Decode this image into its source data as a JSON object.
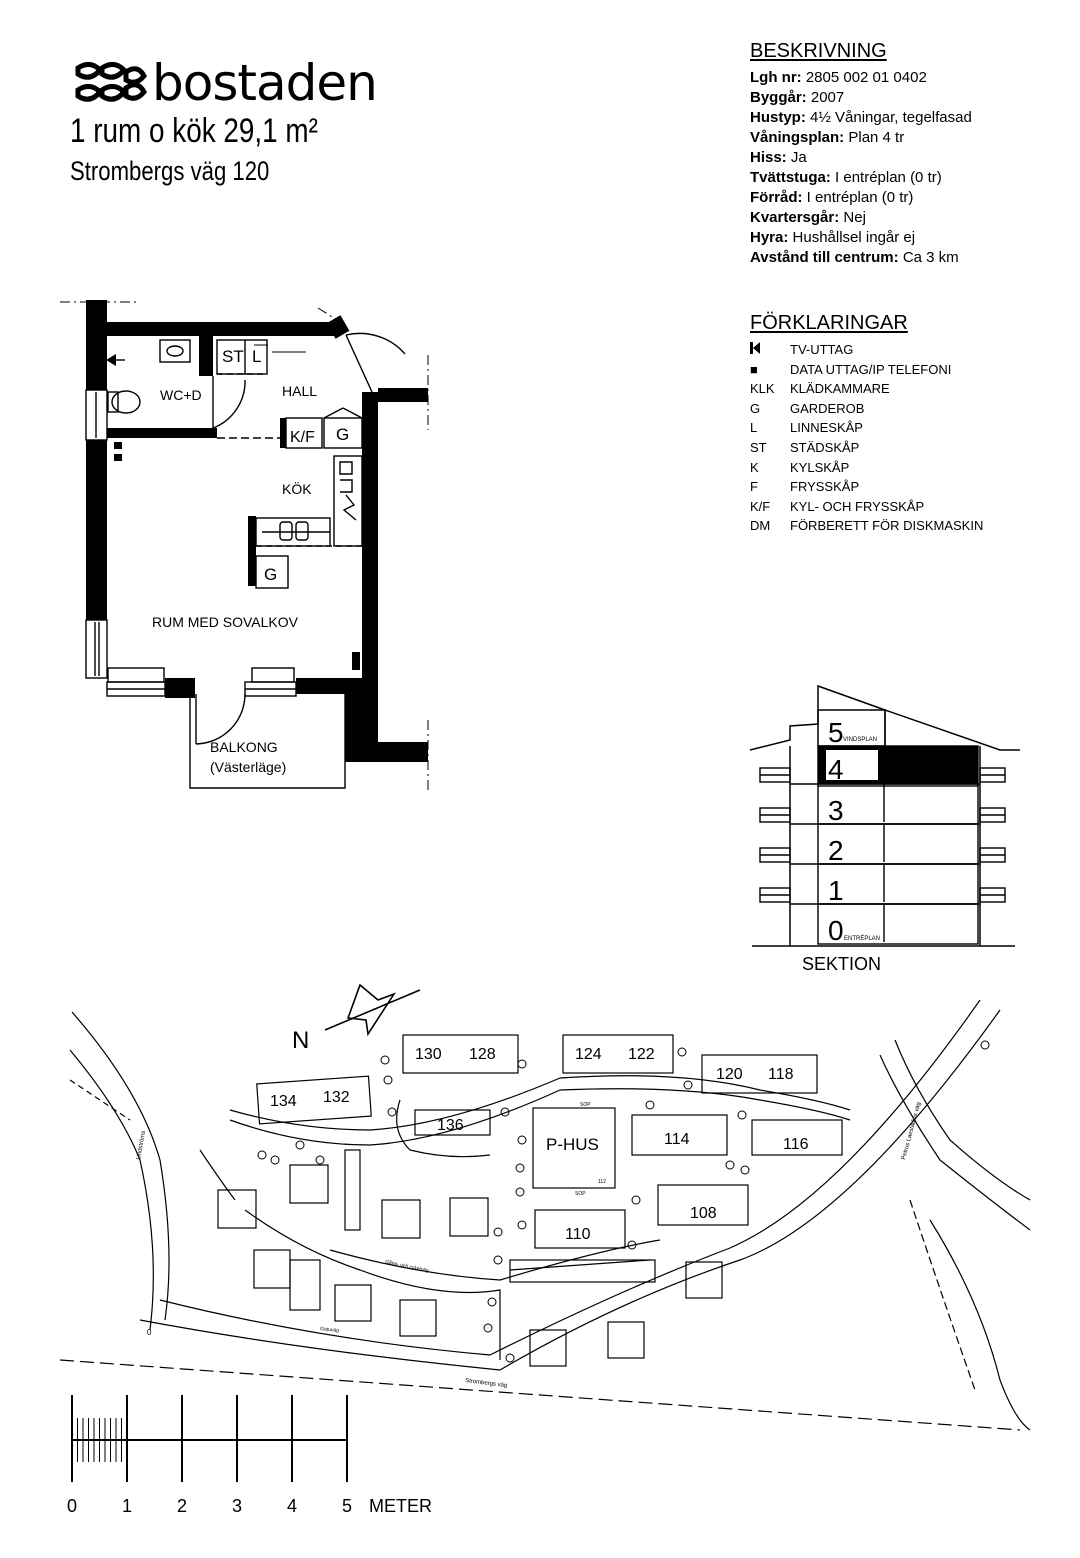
{
  "brand": {
    "name": "bostaden"
  },
  "apartment": {
    "title": "1 rum o kök   29,1 m²",
    "address": "Strombergs väg 120"
  },
  "description": {
    "heading": "BESKRIVNING",
    "rows": [
      {
        "label": "Lgh nr:",
        "value": "2805 002 01 0402"
      },
      {
        "label": "Byggår:",
        "value": "2007"
      },
      {
        "label": "Hustyp:",
        "value": "4½ Våningar, tegelfasad"
      },
      {
        "label": "Våningsplan:",
        "value": "Plan 4 tr"
      },
      {
        "label": "Hiss:",
        "value": "Ja"
      },
      {
        "label": "Tvättstuga:",
        "value": "I entréplan (0 tr)"
      },
      {
        "label": "Förråd:",
        "value": "I entréplan (0 tr)"
      },
      {
        "label": "Kvartersgår:",
        "value": "Nej"
      },
      {
        "label": "Hyra:",
        "value": "Hushållsel ingår ej"
      },
      {
        "label": "Avstånd till centrum:",
        "value": "Ca 3 km"
      }
    ]
  },
  "legend": {
    "heading": "FÖRKLARINGAR",
    "rows": [
      {
        "key": "",
        "icon": "tv-outlet-icon",
        "text": "TV-UTTAG"
      },
      {
        "key": "■",
        "icon": "data-outlet-icon",
        "text": "DATA UTTAG/IP TELEFONI"
      },
      {
        "key": "KLK",
        "text": "KLÄDKAMMARE"
      },
      {
        "key": "G",
        "text": "GARDEROB"
      },
      {
        "key": "L",
        "text": "LINNESKÅP"
      },
      {
        "key": "ST",
        "text": "STÄDSKÅP"
      },
      {
        "key": "K",
        "text": "KYLSKÅP"
      },
      {
        "key": "F",
        "text": "FRYSSKÅP"
      },
      {
        "key": "K/F",
        "text": "KYL- OCH FRYSSKÅP"
      },
      {
        "key": "DM",
        "text": "FÖRBERETT FÖR DISKMASKIN"
      }
    ]
  },
  "floorplan": {
    "rooms": {
      "wc": "WC+D",
      "st": "ST",
      "l": "L",
      "hall": "HALL",
      "kf": "K/F",
      "g1": "G",
      "kok": "KÖK",
      "g2": "G",
      "rum": "RUM MED SOVALKOV",
      "balkong": "BALKONG",
      "balkong_note": "(Västerläge)"
    }
  },
  "section": {
    "label": "SEKTION",
    "highlighted_floor": "4",
    "floors": [
      {
        "num": "5",
        "sub": "VINDSPLAN"
      },
      {
        "num": "4",
        "sub": ""
      },
      {
        "num": "3",
        "sub": ""
      },
      {
        "num": "2",
        "sub": ""
      },
      {
        "num": "1",
        "sub": ""
      },
      {
        "num": "0",
        "sub": "ENTRÉPLAN"
      }
    ]
  },
  "siteplan": {
    "north": "N",
    "buildings": [
      "130",
      "128",
      "124",
      "122",
      "120",
      "118",
      "134",
      "132",
      "136",
      "114",
      "116",
      "108",
      "110"
    ],
    "parking": "P-HUS",
    "sop_top": "SOP",
    "sop_bottom": "SOP",
    "p112": "112",
    "street_main": "Strombergs väg",
    "street_right": "Petrus Laestadius väg",
    "street_left": "Lindströms",
    "path1": "Gång- och cykelväg",
    "path2": "Gatuväg",
    "zero": "0"
  },
  "scale": {
    "labels": [
      "0",
      "1",
      "2",
      "3",
      "4",
      "5"
    ],
    "unit": "METER"
  }
}
